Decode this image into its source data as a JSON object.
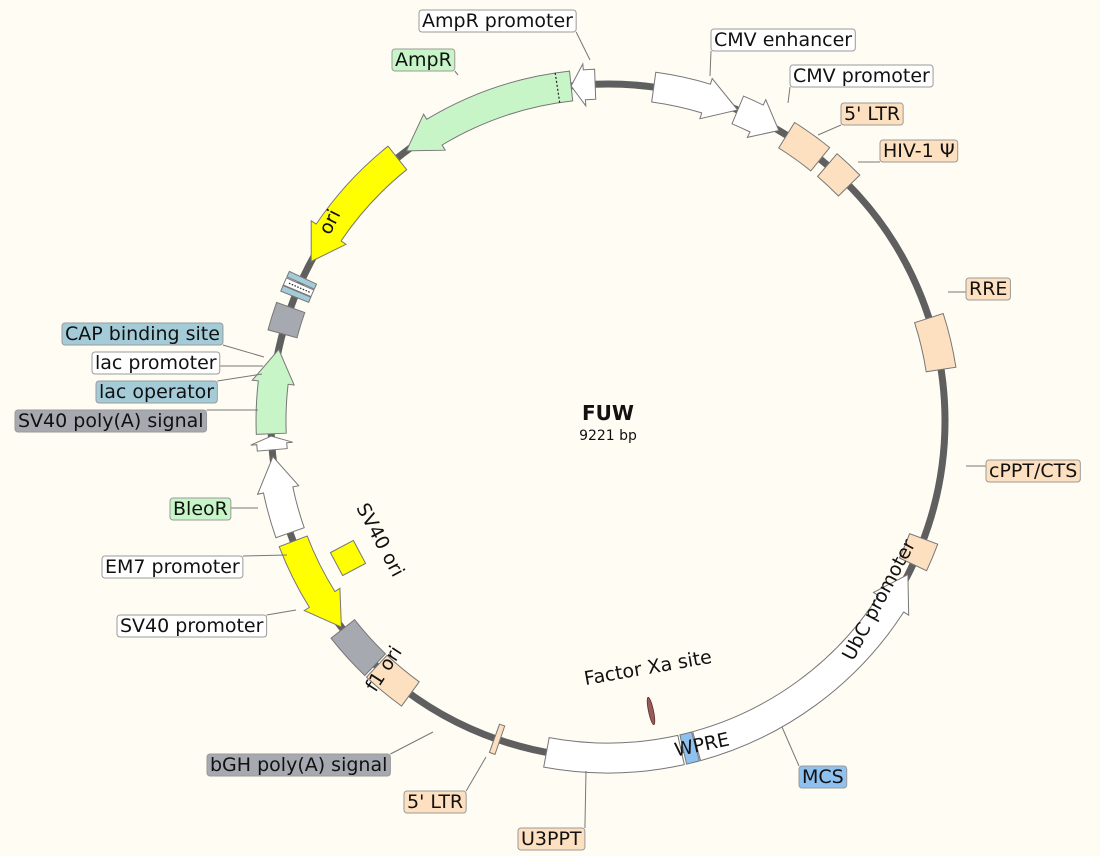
{
  "plasmid": {
    "name": "FUW",
    "length": "9221 bp",
    "total_bp": 9221
  },
  "colors": {
    "backbone": "#5f5f5f",
    "white": "#ffffff",
    "orange": "#fde0c0",
    "green": "#c8f5c8",
    "yellow": "#ffff00",
    "teal": "#a4ccd8",
    "gray": "#a6a9b0",
    "blue": "#8fc1f0",
    "brown": "#9a5a58"
  },
  "features": [
    {
      "id": "cmv-enhancer",
      "start": 200,
      "end": 580,
      "strand": 1,
      "color": "white"
    },
    {
      "id": "cmv-promoter",
      "start": 580,
      "end": 780,
      "strand": 1,
      "color": "white"
    },
    {
      "id": "ltr-5-top",
      "start": 820,
      "end": 1000,
      "strand": 0,
      "color": "orange"
    },
    {
      "id": "hiv-psi",
      "start": 1040,
      "end": 1170,
      "strand": 0,
      "color": "orange"
    },
    {
      "id": "rre",
      "start": 1850,
      "end": 2080,
      "strand": 0,
      "color": "orange"
    },
    {
      "id": "cppt-cts",
      "start": 2830,
      "end": 2950,
      "strand": 0,
      "color": "orange"
    },
    {
      "id": "ubc-promoter",
      "start": 3000,
      "end": 4220,
      "strand": -1,
      "color": "white"
    },
    {
      "id": "mcs",
      "start": 4225,
      "end": 4280,
      "strand": 0,
      "color": "blue"
    },
    {
      "id": "wpre",
      "start": 4290,
      "end": 4880,
      "strand": 0,
      "color": "white"
    },
    {
      "id": "u3ppt",
      "start": 5090,
      "end": 5115,
      "strand": 0,
      "color": "orange"
    },
    {
      "id": "ltr-5-bottom",
      "start": 5530,
      "end": 5720,
      "strand": 0,
      "color": "orange"
    },
    {
      "id": "bgh-polya",
      "start": 5730,
      "end": 5940,
      "strand": 0,
      "color": "gray"
    },
    {
      "id": "f1-ori",
      "start": 5950,
      "end": 6380,
      "strand": -1,
      "color": "yellow"
    },
    {
      "id": "sv40-promoter",
      "start": 6420,
      "end": 6760,
      "strand": 1,
      "color": "white"
    },
    {
      "id": "em7-promoter",
      "start": 6790,
      "end": 6850,
      "strand": 1,
      "color": "white"
    },
    {
      "id": "bleor",
      "start": 6860,
      "end": 7230,
      "strand": 1,
      "color": "green"
    },
    {
      "id": "sv40-polya",
      "start": 7300,
      "end": 7420,
      "strand": 0,
      "color": "gray"
    },
    {
      "id": "lac-operator",
      "start": 7470,
      "end": 7495,
      "strand": 0,
      "color": "teal"
    },
    {
      "id": "lac-promoter",
      "start": 7498,
      "end": 7530,
      "strand": 0,
      "color": "white"
    },
    {
      "id": "cap-site",
      "start": 7535,
      "end": 7560,
      "strand": 0,
      "color": "teal"
    },
    {
      "id": "ori",
      "start": 7640,
      "end": 8230,
      "strand": -1,
      "color": "yellow"
    },
    {
      "id": "ampr",
      "start": 8280,
      "end": 9060,
      "strand": -1,
      "color": "green"
    },
    {
      "id": "ampr-promoter",
      "start": 9060,
      "end": 9165,
      "strand": -1,
      "color": "white"
    }
  ],
  "labels": [
    {
      "id": "ampr-promoter",
      "text": "AmpR promoter",
      "bg": "#ffffff"
    },
    {
      "id": "ampr",
      "text": "AmpR",
      "bg": "#c8f5c8"
    },
    {
      "id": "cmv-enhancer",
      "text": "CMV enhancer",
      "bg": "#ffffff"
    },
    {
      "id": "cmv-promoter",
      "text": "CMV promoter",
      "bg": "#ffffff"
    },
    {
      "id": "ltr-5-top",
      "text": "5' LTR",
      "bg": "#fde0c0"
    },
    {
      "id": "hiv-psi",
      "text": "HIV-1 Ψ",
      "bg": "#fde0c0"
    },
    {
      "id": "rre",
      "text": "RRE",
      "bg": "#fde0c0"
    },
    {
      "id": "cppt-cts",
      "text": "cPPT/CTS",
      "bg": "#fde0c0"
    },
    {
      "id": "mcs",
      "text": "MCS",
      "bg": "#8fc1f0"
    },
    {
      "id": "u3ppt",
      "text": "U3PPT",
      "bg": "#fde0c0"
    },
    {
      "id": "ltr-5-bottom",
      "text": "5' LTR",
      "bg": "#fde0c0"
    },
    {
      "id": "bgh-polya",
      "text": "bGH poly(A) signal",
      "bg": "#a6a9b0"
    },
    {
      "id": "sv40-promoter",
      "text": "SV40 promoter",
      "bg": "#ffffff"
    },
    {
      "id": "em7-promoter",
      "text": "EM7 promoter",
      "bg": "#ffffff"
    },
    {
      "id": "bleor",
      "text": "BleoR",
      "bg": "#c8f5c8"
    },
    {
      "id": "sv40-polya",
      "text": "SV40 poly(A) signal",
      "bg": "#a6a9b0"
    },
    {
      "id": "lac-operator",
      "text": "lac operator",
      "bg": "#a4ccd8"
    },
    {
      "id": "lac-promoter",
      "text": "lac promoter",
      "bg": "#ffffff"
    },
    {
      "id": "cap-site",
      "text": "CAP binding site",
      "bg": "#a4ccd8"
    }
  ],
  "inner_labels": [
    {
      "id": "ori",
      "text": "ori"
    },
    {
      "id": "f1-ori",
      "text": "f1 ori"
    },
    {
      "id": "ubc-promoter",
      "text": "UbC promoter"
    },
    {
      "id": "wpre",
      "text": "WPRE"
    }
  ],
  "free_labels": [
    {
      "id": "sv40-ori",
      "text": "SV40 ori"
    },
    {
      "id": "factor-xa",
      "text": "Factor Xa site"
    }
  ]
}
